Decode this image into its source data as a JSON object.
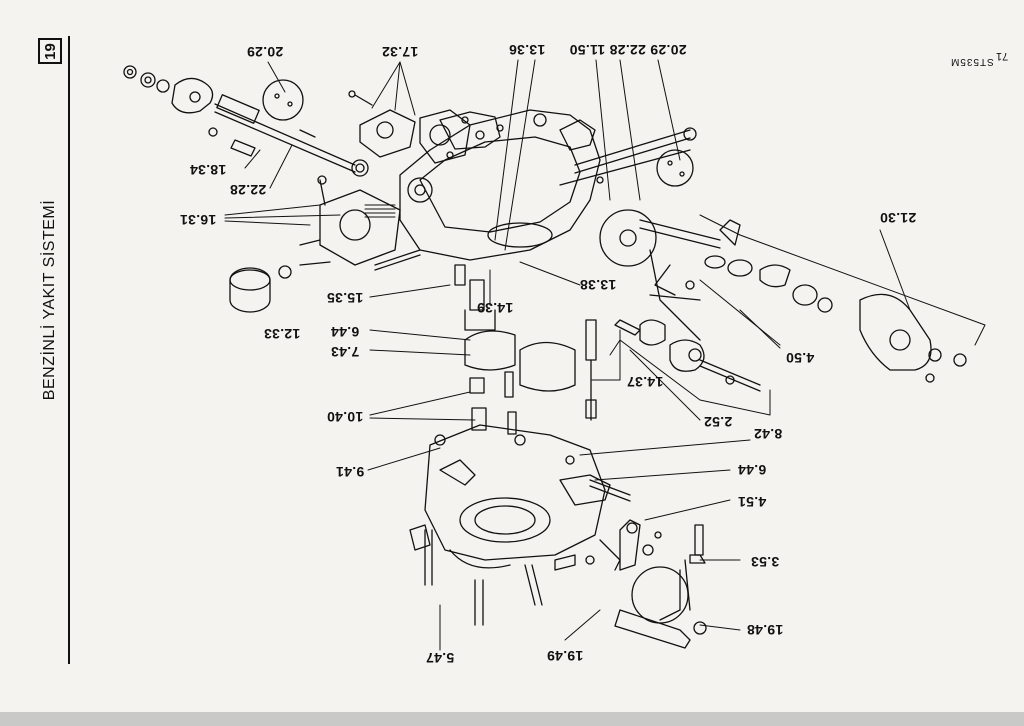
{
  "page": {
    "chapter_number": "19",
    "section_title": "BENZİNLİ YAKIT SİSTEMİ",
    "page_number": "71",
    "figure_code": "ST535M"
  },
  "callouts": [
    {
      "id": "top-1",
      "text": "20.29"
    },
    {
      "id": "top-2",
      "text": "17.32"
    },
    {
      "id": "top-3",
      "text": "13.36"
    },
    {
      "id": "top-4",
      "text": "20.29 22.28 11.50"
    },
    {
      "id": "left-1",
      "text": "18.34"
    },
    {
      "id": "left-2",
      "text": "22.28"
    },
    {
      "id": "left-3",
      "text": "16.31"
    },
    {
      "id": "left-4",
      "text": "15.35"
    },
    {
      "id": "left-5",
      "text": "12.33"
    },
    {
      "id": "left-6",
      "text": "6.44"
    },
    {
      "id": "left-7",
      "text": "7.43"
    },
    {
      "id": "left-8",
      "text": "10.40"
    },
    {
      "id": "left-9",
      "text": "9.41"
    },
    {
      "id": "mid-1",
      "text": "14.39"
    },
    {
      "id": "mid-2",
      "text": "13.38"
    },
    {
      "id": "mid-3",
      "text": "14.37"
    },
    {
      "id": "right-1",
      "text": "21.30"
    },
    {
      "id": "right-2",
      "text": "4.50"
    },
    {
      "id": "right-3",
      "text": "2.52"
    },
    {
      "id": "right-4",
      "text": "8.42"
    },
    {
      "id": "right-5",
      "text": "6.44"
    },
    {
      "id": "right-6",
      "text": "4.51"
    },
    {
      "id": "right-7",
      "text": "3.53"
    },
    {
      "id": "bot-1",
      "text": "19.48"
    },
    {
      "id": "bot-2",
      "text": "19.49"
    },
    {
      "id": "bot-3",
      "text": "5.47"
    }
  ]
}
